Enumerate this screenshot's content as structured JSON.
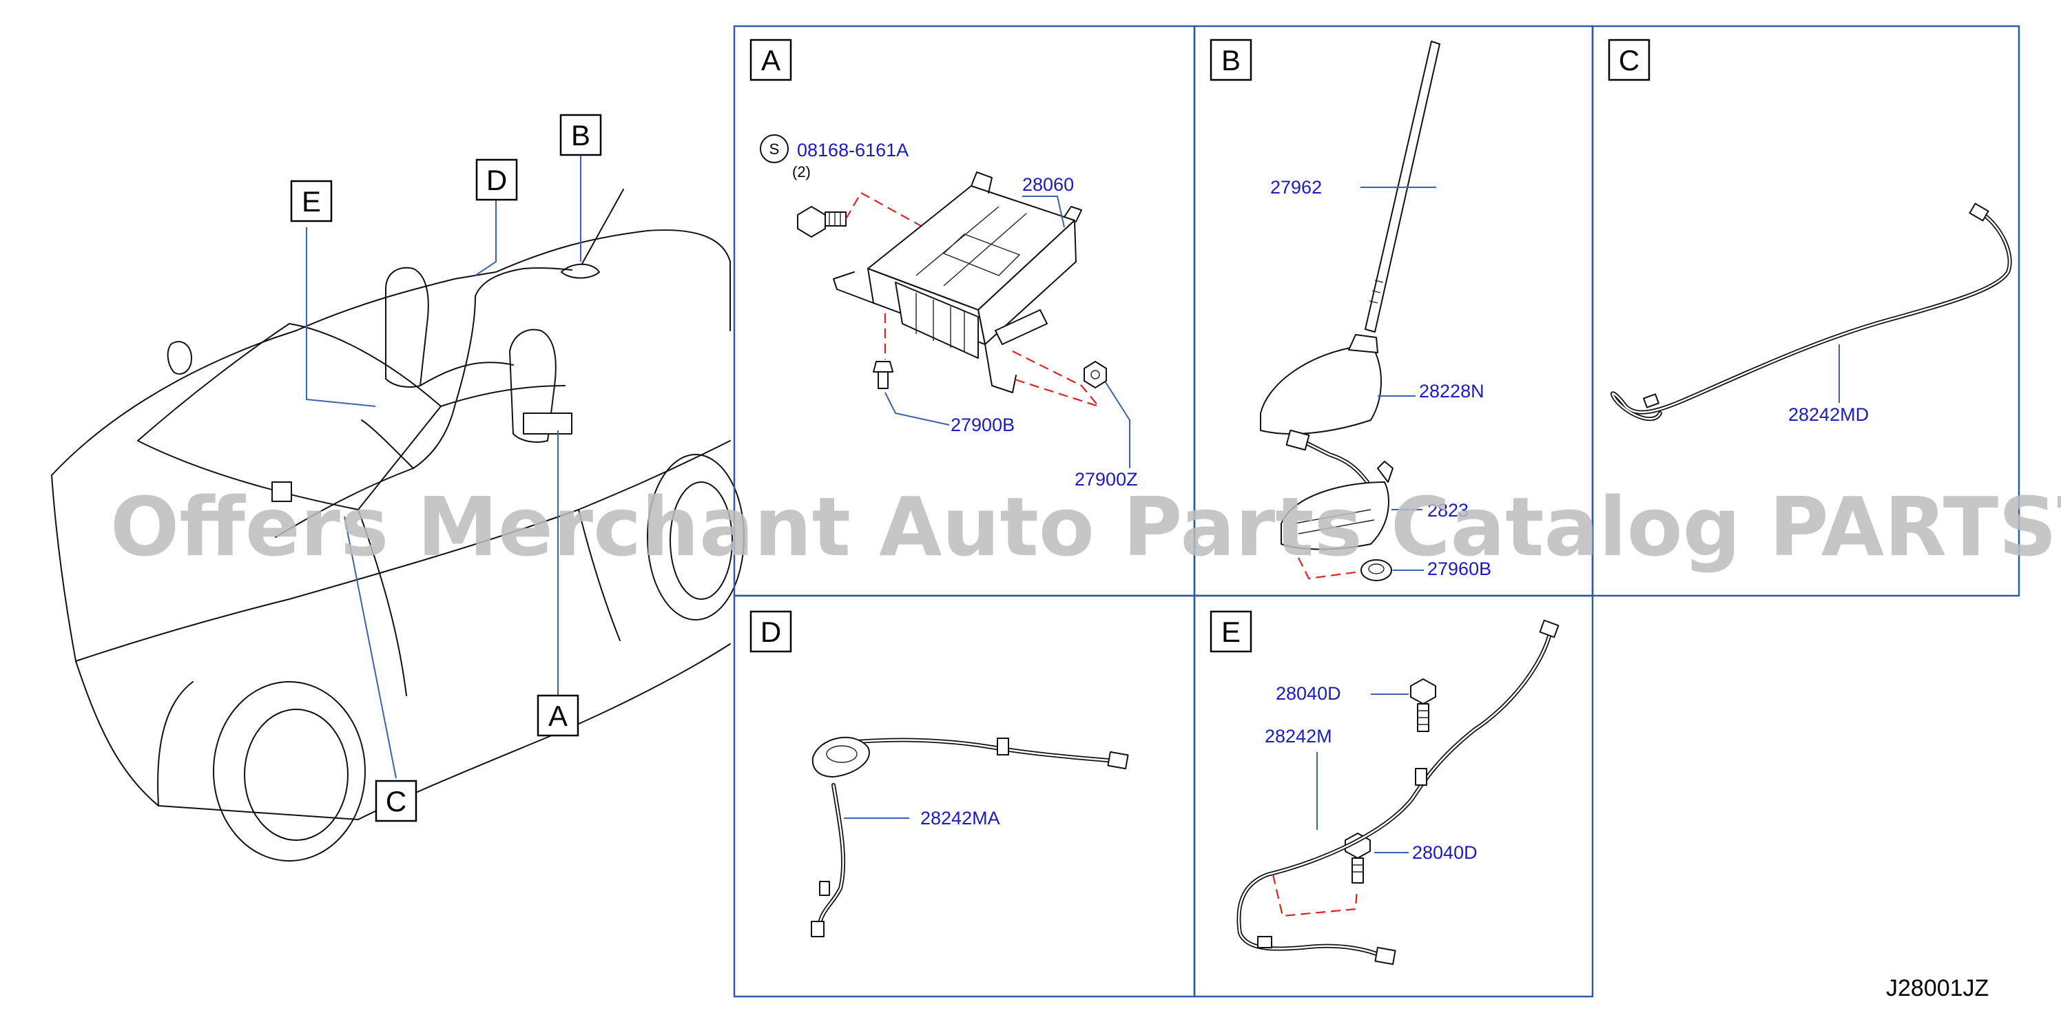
{
  "diagram": {
    "drawing_code": "J28001JZ",
    "watermark": "Offers Merchant Auto Parts Catalog PARTSTORE.SA",
    "overview_labels": [
      "E",
      "D",
      "B",
      "A",
      "C"
    ],
    "panels": {
      "A": {
        "letter": "A",
        "s_symbol": "S",
        "parts": [
          "08168-6161A",
          "28060",
          "27900B",
          "27900Z"
        ],
        "qty": "(2)"
      },
      "B": {
        "letter": "B",
        "parts": [
          "27962",
          "28228N",
          "2823",
          "27960B"
        ]
      },
      "C": {
        "letter": "C",
        "parts": [
          "28242MD"
        ]
      },
      "D": {
        "letter": "D",
        "parts": [
          "28242MA"
        ]
      },
      "E": {
        "letter": "E",
        "parts": [
          "28040D",
          "28242M",
          "28040D"
        ]
      }
    }
  }
}
